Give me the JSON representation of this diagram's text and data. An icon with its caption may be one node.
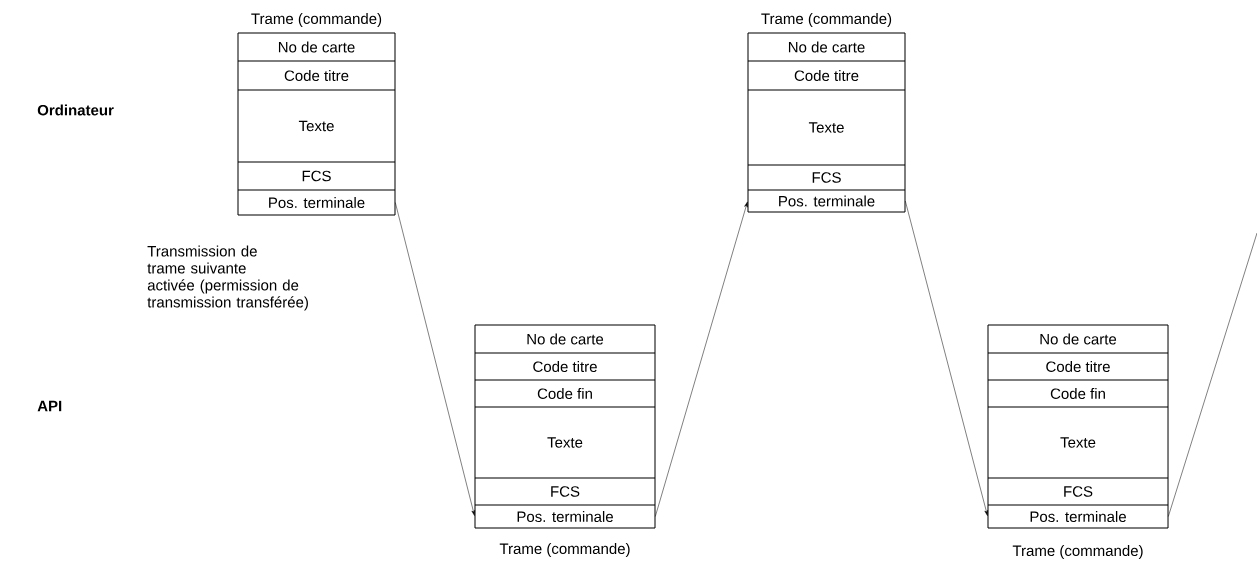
{
  "diagram": {
    "nodes": [
      {
        "text": [
          "Trame (commande)"
        ]
      },
      {
        "text": [
          "No de carte"
        ],
        "in": 0
      },
      {
        "text": [
          "Code titre"
        ],
        "in": 0
      },
      {
        "text": [
          "Texte"
        ],
        "in": 0
      },
      {
        "text": [
          "FCS"
        ],
        "in": 0
      },
      {
        "text": [
          "Pos. terminale"
        ],
        "in": 0
      },
      {
        "text": [
          "Trame (commande)"
        ]
      },
      {
        "text": [
          "No de carte"
        ],
        "in": 6
      },
      {
        "text": [
          "Code titre"
        ],
        "in": 6
      },
      {
        "text": [
          "Texte"
        ],
        "in": 6
      },
      {
        "text": [
          "FCS"
        ],
        "in": 6
      },
      {
        "text": [
          "Pos. terminale"
        ],
        "in": 6
      },
      {
        "text": [
          "Trame (commande)"
        ]
      },
      {
        "text": [
          "No de carte"
        ],
        "in": 12
      },
      {
        "text": [
          "Code titre"
        ],
        "in": 12
      },
      {
        "text": [
          "Code fin"
        ],
        "in": 12
      },
      {
        "text": [
          "Texte"
        ],
        "in": 12
      },
      {
        "text": [
          "FCS"
        ],
        "in": 12
      },
      {
        "text": [
          "Pos. terminale"
        ],
        "in": 12
      },
      {
        "text": [
          "Trame (commande)"
        ]
      },
      {
        "text": [
          "No de carte"
        ],
        "in": 19
      },
      {
        "text": [
          "Code titre"
        ],
        "in": 19
      },
      {
        "text": [
          "Code fin"
        ],
        "in": 19
      },
      {
        "text": [
          "Texte"
        ],
        "in": 19
      },
      {
        "text": [
          "FCS"
        ],
        "in": 19
      },
      {
        "text": [
          "Pos. terminale"
        ],
        "in": 19
      }
    ],
    "edges": [
      {
        "from": 5,
        "to": 18,
        "arrow": "to"
      },
      {
        "from": 18,
        "to": 11,
        "arrow": "to"
      },
      {
        "from": 11,
        "to": 25,
        "arrow": "to"
      },
      {
        "from": 25,
        "to": null,
        "arrow": "none"
      }
    ],
    "labels": [
      "Ordinateur",
      "API",
      "Transmission de trame suivante activée (permission de transmission transférée)"
    ]
  }
}
